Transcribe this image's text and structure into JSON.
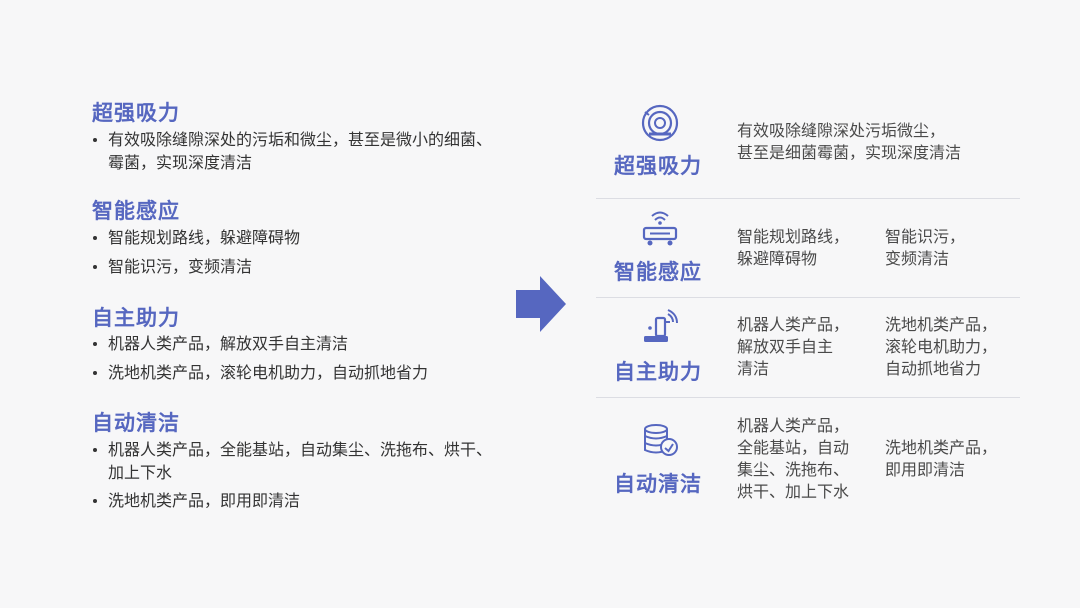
{
  "left": {
    "sections": [
      {
        "title": "超强吸力",
        "bullets": [
          "有效吸除缝隙深处的污垢和微尘，甚至是微小的细菌、霉菌，实现深度清洁"
        ]
      },
      {
        "title": "智能感应",
        "bullets": [
          "智能规划路线，躲避障碍物",
          "智能识污，变频清洁"
        ]
      },
      {
        "title": "自主助力",
        "bullets": [
          "机器人类产品，解放双手自主清洁",
          "洗地机类产品，滚轮电机助力，自动抓地省力"
        ]
      },
      {
        "title": "自动清洁",
        "bullets": [
          "机器人类产品，全能基站，自动集尘、洗拖布、烘干、加上下水",
          "洗地机类产品，即用即清洁"
        ]
      }
    ]
  },
  "arrow": {
    "icon": "right-arrow-icon",
    "color": "#5667c0"
  },
  "right": {
    "rows": [
      {
        "icon": "robot-vacuum-icon",
        "title": "超强吸力",
        "text1": "有效吸除缝隙深处污垢微尘，\n甚至是细菌霉菌，实现深度清洁",
        "text2": ""
      },
      {
        "icon": "sensor-device-icon",
        "title": "智能感应",
        "text1": "智能规划路线，\n躲避障碍物",
        "text2": "智能识污，\n变频清洁"
      },
      {
        "icon": "floor-washer-icon",
        "title": "自主助力",
        "text1": "机器人类产品，\n解放双手自主\n清洁",
        "text2": "洗地机类产品，\n滚轮电机助力，\n自动抓地省力"
      },
      {
        "icon": "cleaning-station-icon",
        "title": "自动清洁",
        "text1": "机器人类产品，\n全能基站，自动\n集尘、洗拖布、\n烘干、加上下水",
        "text2": "洗地机类产品，\n即用即清洁"
      }
    ]
  },
  "colors": {
    "accent": "#5667c0",
    "text": "#333333",
    "background": "#f7f7f8",
    "divider": "#dcdde3"
  }
}
